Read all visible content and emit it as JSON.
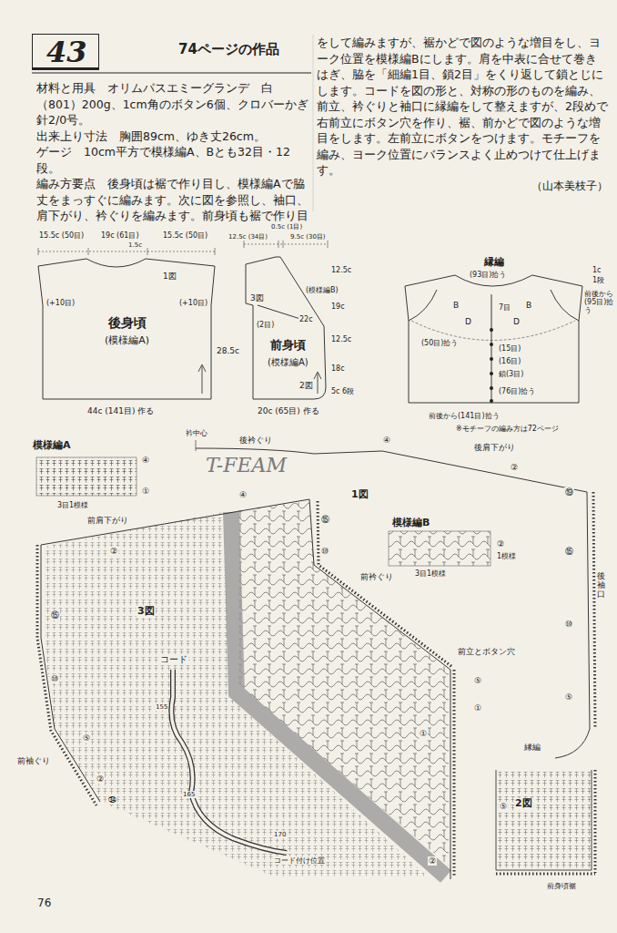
{
  "diagram": {
    "nodes": [
      {
        "text": [
          "43"
        ]
      },
      {
        "text": [
          "後身頃",
          "(模様編A)"
        ]
      },
      {
        "text": [
          "前身頃",
          "(模様編A)"
        ]
      },
      {
        "text": [
          "縁編"
        ]
      }
    ],
    "labels": [
      "74ページの作品",
      "材料と用具　オリムパスエミーグランデ　白（801）200g、1cm角のボタン6個、クロバーかぎ針2/0号。",
      "出来上り寸法　胸囲89cm、ゆき丈26cm。",
      "ゲージ　10cm平方で模様編A、Bとも32目・12段。",
      "編み方要点　後身頃は裾で作り目し、模様編Aで脇丈をまっすぐに編みます。次に図を参照し、袖口、肩下がり、衿ぐりを編みます。前身頃も裾で作り目",
      "をして編みますが、裾かどで図のような増目をし、ヨーク位置を模様編Bにします。肩を中表に合せて巻きはぎ、脇を「細編1目、鎖2目」をくり返して鎖とじにします。コードを図の形と、対称の形のものを編み、前立、衿ぐりと袖口に縁編をして整えますが、2段めで右前立にボタン穴を作り、裾、前かどで図のような増目をします。左前立にボタンをつけます。モチーフを編み、ヨーク位置にバランスよく止めつけて仕上げます。",
      "（山本美枝子）",
      "15.5c (50目)",
      "19c (61目)",
      "15.5c (50目)",
      "1.5c",
      "1図",
      "(+10目)",
      "(+10目)",
      "28.5c",
      "44c (141目) 作る",
      "12.5c (34目)",
      "0.5c (1目)",
      "9.5c (30目)",
      "12.5c",
      "19c",
      "12.5c",
      "18c",
      "5c 6段",
      "3図",
      "(模様編B)",
      "22c",
      "(2目)",
      "2図",
      "20c (65目) 作る",
      "(93目)拾う",
      "1c",
      "1段",
      "前後から(95目)拾う",
      "B",
      "D",
      "B",
      "D",
      "(50目)拾う",
      "7目",
      "(15目)",
      "(16目)",
      "鎖(3目)",
      "(76目)拾う",
      "前後から(141目)拾う",
      "※モチーフの編み方は72ページ",
      "模様編A",
      "3目1模様",
      "④",
      "①",
      "衿中心",
      "後衿ぐり",
      "④",
      "後肩下がり",
      "②",
      "⑲",
      "1図",
      "前肩下がり",
      "④",
      "②",
      "⑮",
      "⑩",
      "模様編B",
      "②",
      "1模様",
      "3目1模様",
      "⑮",
      "後袖口",
      "3図",
      "前衿ぐり",
      "⑮",
      "⑩",
      "コード",
      "前立とボタン穴",
      "⑤",
      "⑩",
      "①",
      "⑤",
      "前袖ぐり",
      "⑤",
      "155",
      "縁編",
      "②",
      "㉞",
      "165",
      "⑤",
      "2図",
      "170",
      "コード付け位置",
      "①",
      "②",
      "前身頃裾",
      "76",
      "T-FEAM"
    ]
  }
}
